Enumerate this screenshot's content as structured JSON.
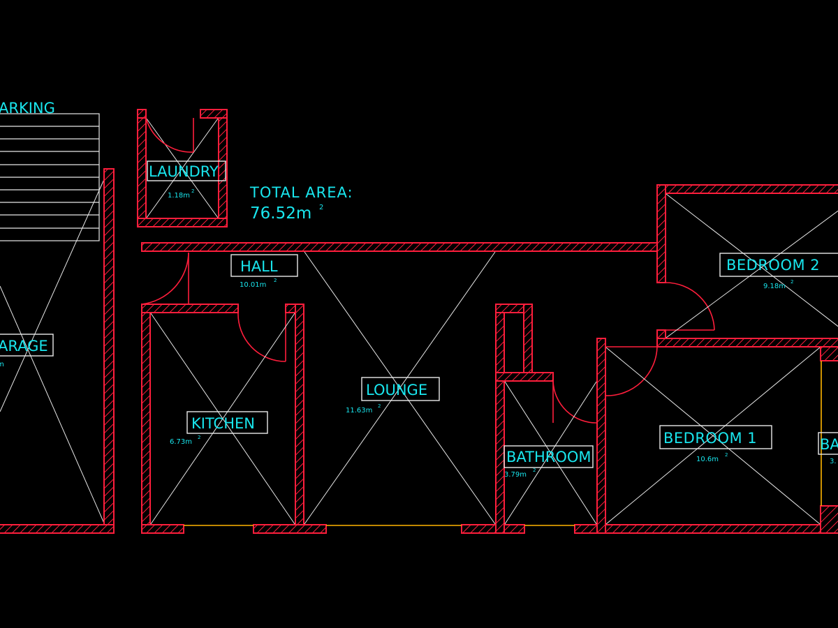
{
  "plan": {
    "total_area_label": "TOTAL AREA:",
    "total_area_value": "76.52m",
    "total_area_sup": "2",
    "parking_label": "ARKING",
    "rooms": {
      "laundry": {
        "name": "LAUNDRY",
        "area": "1.18m"
      },
      "hall": {
        "name": "HALL",
        "area": "10.01m"
      },
      "kitchen": {
        "name": "KITCHEN",
        "area": "6.73m"
      },
      "lounge": {
        "name": "LOUNGE",
        "area": "11.63m"
      },
      "bathroom": {
        "name": "BATHROOM",
        "area": "3.79m"
      },
      "bedroom1": {
        "name": "BEDROOM 1",
        "area": "10.6m"
      },
      "bedroom2": {
        "name": "BEDROOM 2",
        "area": "9.18m"
      },
      "garage": {
        "name": "ARAGE",
        "area": "m"
      },
      "bath_partial": {
        "name": "BA",
        "area": "3."
      }
    },
    "area_sup": "2",
    "colors": {
      "background": "#000000",
      "wall": "#ff1e3c",
      "label": "#19e6ee",
      "lines": "#e8e8e8",
      "window": "#ffb400"
    }
  }
}
